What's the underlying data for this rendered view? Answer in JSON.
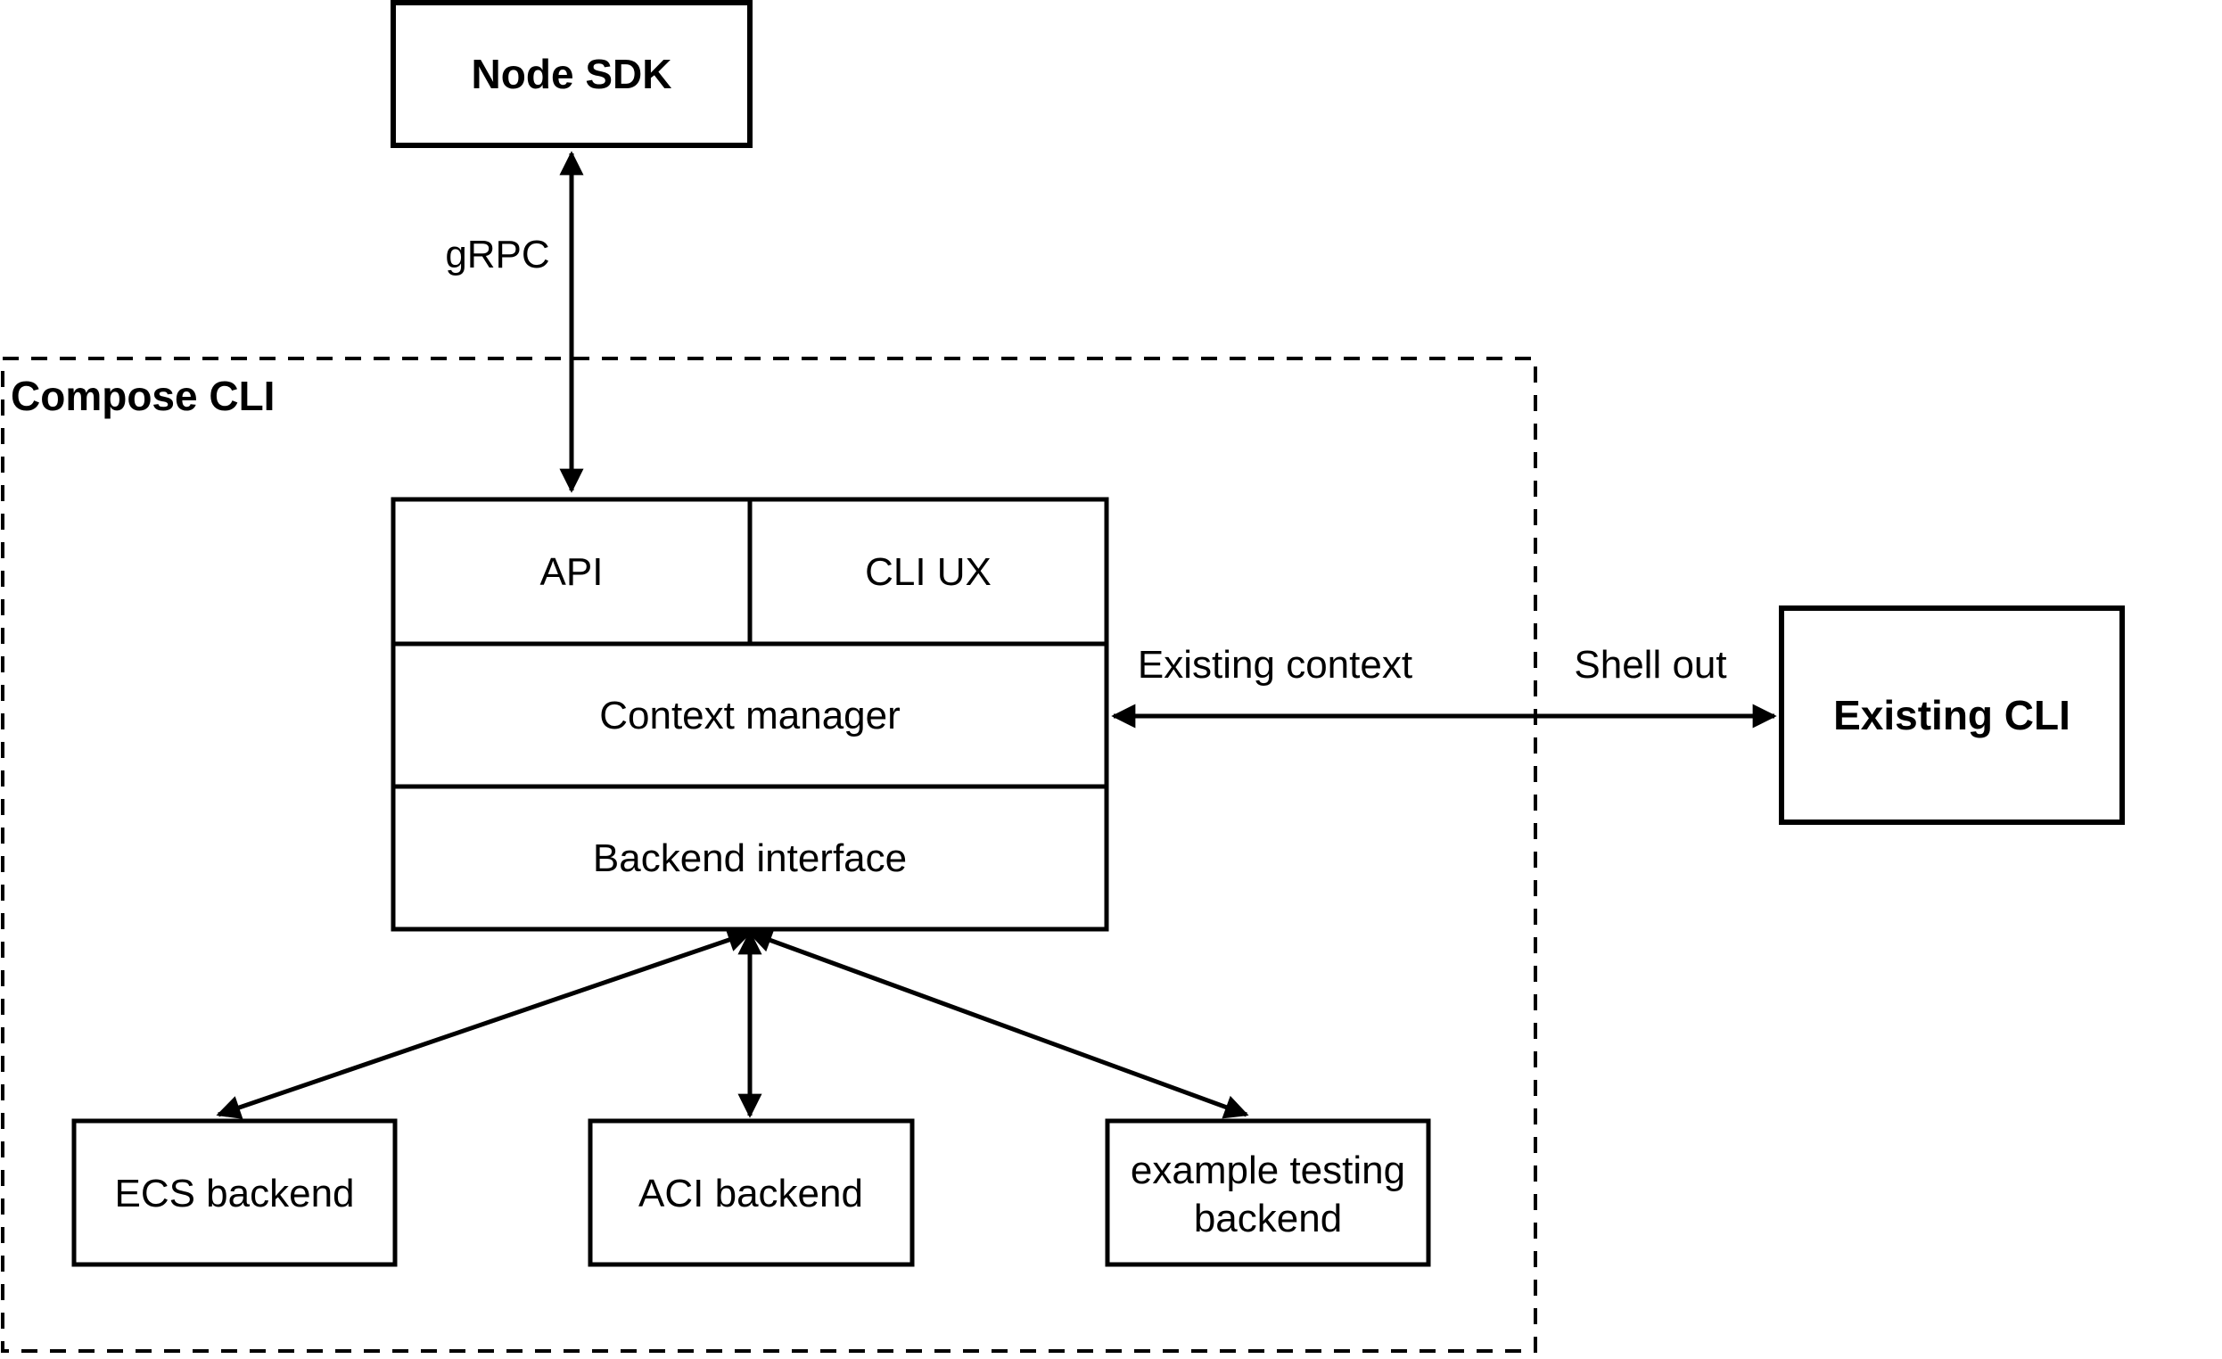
{
  "diagram": {
    "type": "architecture-diagram",
    "colors": {
      "background": "#ffffff",
      "stroke": "#000000",
      "text": "#000000"
    },
    "container": {
      "label": "Compose CLI",
      "style": "dashed-border"
    },
    "nodes": {
      "node_sdk": {
        "label": "Node SDK"
      },
      "api": {
        "label": "API"
      },
      "cli_ux": {
        "label": "CLI UX"
      },
      "context_manager": {
        "label": "Context manager"
      },
      "backend_interface": {
        "label": "Backend interface"
      },
      "existing_cli": {
        "label": "Existing CLI"
      },
      "ecs_backend": {
        "label": "ECS backend"
      },
      "aci_backend": {
        "label": "ACI backend"
      },
      "example_testing_backend": {
        "label_line1": "example testing",
        "label_line2": "backend"
      }
    },
    "edges": {
      "grpc": {
        "label": "gRPC",
        "from": "Node SDK",
        "to": "API / CLI UX block",
        "direction": "bidirectional"
      },
      "existing_context": {
        "label": "Existing context",
        "from": "Context manager",
        "to": "dashed boundary",
        "direction": "bidirectional"
      },
      "shell_out": {
        "label": "Shell out",
        "from": "dashed boundary",
        "to": "Existing CLI",
        "direction": "bidirectional"
      },
      "backend_to_ecs": {
        "label": "",
        "from": "Backend interface",
        "to": "ECS backend",
        "direction": "bidirectional"
      },
      "backend_to_aci": {
        "label": "",
        "from": "Backend interface",
        "to": "ACI backend",
        "direction": "bidirectional"
      },
      "backend_to_example": {
        "label": "",
        "from": "Backend interface",
        "to": "example testing backend",
        "direction": "bidirectional"
      }
    }
  }
}
